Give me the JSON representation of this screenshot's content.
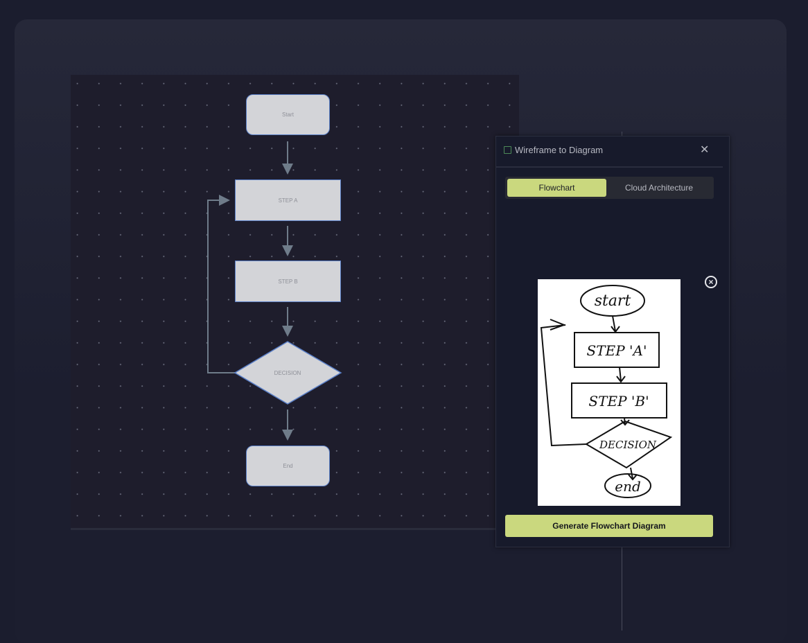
{
  "flowchart": {
    "nodes": [
      "Start",
      "STEP A",
      "STEP B",
      "DECISION",
      "End"
    ]
  },
  "panel": {
    "title": "Wireframe to Diagram",
    "tabs": [
      "Flowchart",
      "Cloud Architecture"
    ],
    "active_tab": "Flowchart",
    "sketch_labels": [
      "start",
      "STEP 'A'",
      "STEP 'B'",
      "DECISION",
      "end"
    ],
    "generate_label": "Generate Flowchart Diagram"
  }
}
